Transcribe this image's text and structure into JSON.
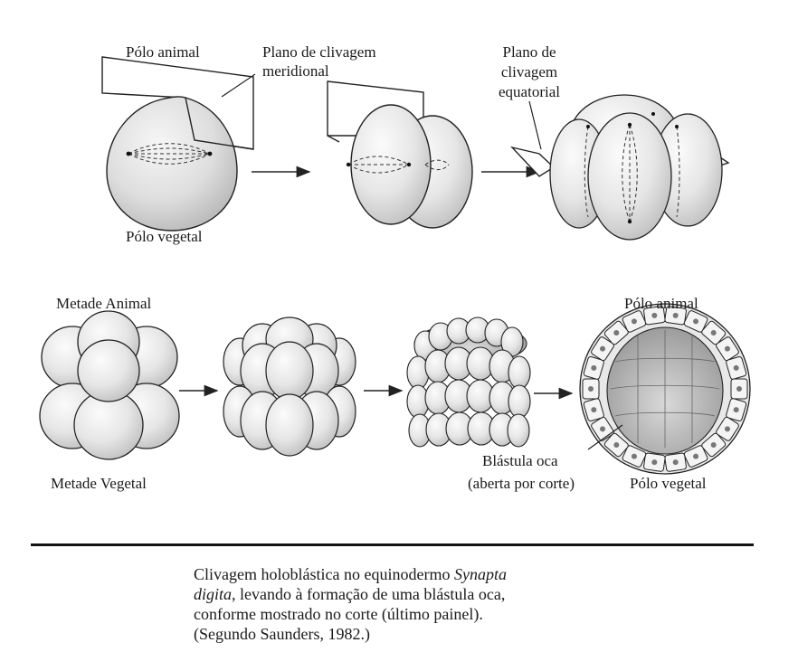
{
  "labels": {
    "polo_animal_1": "Pólo animal",
    "plano_meridional_l1": "Plano de clivagem",
    "plano_meridional_l2": "meridional",
    "plano_equatorial_l1": "Plano de",
    "plano_equatorial_l2": "clivagem",
    "plano_equatorial_l3": "equatorial",
    "polo_vegetal_1": "Pólo vegetal",
    "metade_animal": "Metade Animal",
    "metade_vegetal": "Metade Vegetal",
    "polo_animal_2": "Pólo animal",
    "blastula_l1": "Blástula oca",
    "blastula_l2": "(aberta por corte)",
    "polo_vegetal_2": "Pólo vegetal"
  },
  "caption": {
    "l1a": "Clivagem holoblástica no equinodermo ",
    "l1b": "Synapta",
    "l2a": "digita",
    "l2b": ", levando à formação de uma blástula oca,",
    "l3": "conforme mostrado no corte (último painel).",
    "l4": "(Segundo Saunders, 1982.)"
  },
  "colors": {
    "ink": "#1a1a1a",
    "cell_fill": "#eeeeee",
    "cell_shade": "#c8c8c8"
  }
}
